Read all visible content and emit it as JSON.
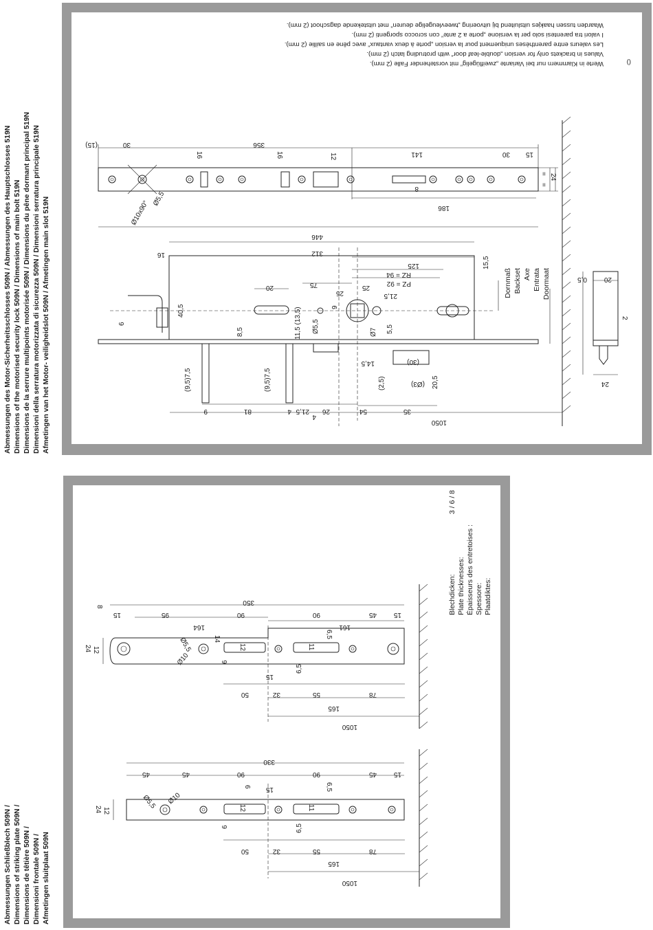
{
  "titles_top": [
    "Abmessungen des Motor-Sicherheitsschlosses 509N  /  Abmessungen des Hauptschlosses 519N",
    "Dimensions of the motorised security lock 509N  /  Dimensions of main bolt 519N",
    "Dimensions de la serrure multipoints motorisée 509N  /  Dimensions du pêne dormant  principal 519N",
    "Dimensioni della serratura motorizzata di sicurezza 509N  /  Dimensioni serratura principale 519N",
    "Afmetingen van het Motor- veiligheidslot 509N  /  Afmetingen main slot 519N"
  ],
  "titles_bottom": [
    "Abmessungen Schließblech 509N /",
    "Dimensions of striking plate 509N /",
    "Dimensions de têtière 509N /",
    "Dimensioni frontale 509N /",
    "Afmetingen sluitplaat 509N"
  ],
  "notes": [
    "Werte in Klammern nur bei Variante „zweiflügelig“ mit vorstehender Falle (2 mm).",
    "Values in brackets only for version „double-leaf door“ with protruding latch (2 mm).",
    "Les valeurs entre parenthèses uniquement pour la version „porte à deux vantaux“ avec pêne en saillie (2 mm).",
    "I valori tra parentesi solo per la versione „porte a 2 ante“ con scrocco sporgenti (2 mm).",
    "Waarden tussen haakjes uitsluitend bij uitvoering „tweevleugelige deuren“ met uitstekende dagschoot (2 mm)."
  ],
  "notes_marker": "()",
  "backset_labels": [
    "Dornmaß",
    "Backset",
    "Axe",
    "Entrata",
    "Doormaat"
  ],
  "plate_thickness_labels": [
    "Blechdicken:",
    "Plate thicknesses:",
    "Épaisseurs des entretoises :",
    "Spessore:",
    "Plaatdiktes:"
  ],
  "plate_thickness_value": "3 / 6 / 8",
  "top_faceplate_dims": [
    "(15)",
    "30",
    "356",
    "141",
    "30",
    "15",
    "16",
    "16",
    "12",
    "24",
    "=",
    "=",
    "186",
    "446",
    "8",
    "Ø10x90°",
    "Ø5,5"
  ],
  "top_lock_dims": [
    "16",
    "312",
    "125",
    "RZ = 94",
    "PZ = 92",
    "75",
    "25",
    "25",
    "20",
    "21,5",
    "15,5",
    "40,5",
    "6",
    "8,5",
    "11,5 (13,5)",
    "Ø5,5",
    "9",
    "Ø7",
    "5,5",
    "14,5",
    "(30)",
    "(2,5)",
    "(Ø3)",
    "20,5",
    "(9,5)7,5",
    "(9,5)7,5",
    "9",
    "81",
    "21,5",
    "4",
    "4",
    "26",
    "54",
    "35",
    "1050"
  ],
  "top_side_dims": [
    "20",
    "0,5",
    "2",
    "24"
  ],
  "plate1_dims": [
    "350",
    "15",
    "95",
    "90",
    "90",
    "45",
    "15",
    "8",
    "164",
    "161",
    "6,5",
    "24",
    "12",
    "14",
    "12",
    "11",
    "Ø5,5",
    "Ø10",
    "6",
    "6,5",
    "15",
    "50",
    "32",
    "55",
    "78",
    "165",
    "1050"
  ],
  "plate2_dims": [
    "330",
    "45",
    "45",
    "90",
    "90",
    "45",
    "15",
    "15",
    "6",
    "6,5",
    "24",
    "12",
    "12",
    "11",
    "Ø5,5",
    "Ø10",
    "6",
    "6,5",
    "50",
    "32",
    "55",
    "78",
    "165",
    "1050"
  ]
}
